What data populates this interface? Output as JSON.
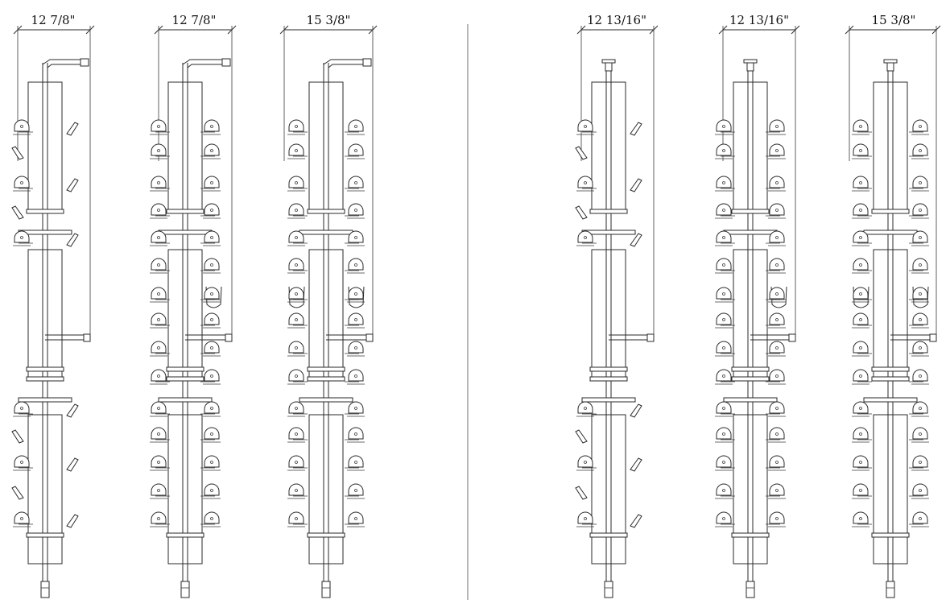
{
  "drawing": {
    "racks": [
      {
        "id": "rack-1",
        "dimension_label": "12 7/8\"",
        "bottle_density": "sparse",
        "top_style": "crank"
      },
      {
        "id": "rack-2",
        "dimension_label": "12 7/8\"",
        "bottle_density": "full",
        "top_style": "crank"
      },
      {
        "id": "rack-3",
        "dimension_label": "15 3/8\"",
        "bottle_density": "full-double",
        "top_style": "crank"
      },
      {
        "id": "rack-4",
        "dimension_label": "12 13/16\"",
        "bottle_density": "sparse",
        "top_style": "mount"
      },
      {
        "id": "rack-5",
        "dimension_label": "12 13/16\"",
        "bottle_density": "full",
        "top_style": "mount"
      },
      {
        "id": "rack-6",
        "dimension_label": "15 3/8\"",
        "bottle_density": "full-double",
        "top_style": "mount"
      }
    ],
    "colors": {
      "line": "#2a2a2a",
      "divider": "#8a8a8a",
      "background": "#ffffff"
    }
  }
}
